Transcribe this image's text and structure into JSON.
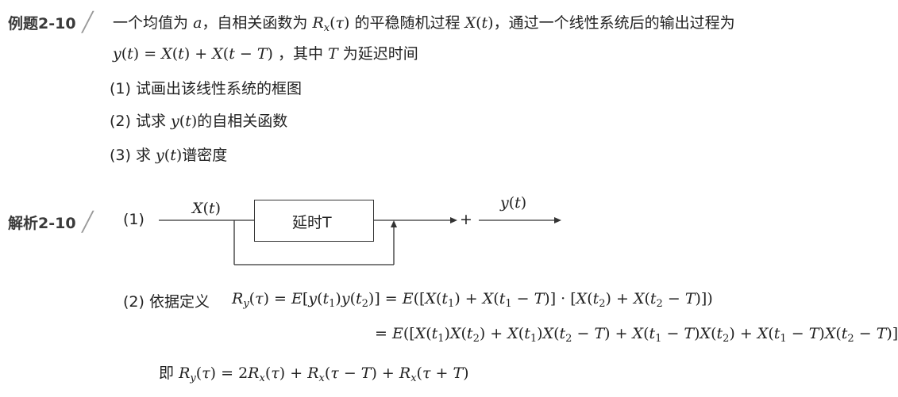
{
  "example": {
    "label": "例题2-10",
    "intro_a": "一个均值为",
    "mean_symbol": "a",
    "intro_b": "，自相关函数为",
    "autocorr_symbol": "Rx(τ)",
    "intro_c": "的平稳随机过程",
    "process_symbol": "X(t)",
    "intro_d": "，通过一个线性系统后的输出过程为",
    "output_expr": "y(t) = X(t) + X(t − T)",
    "intro_e": "，其中",
    "delay_symbol": "T",
    "intro_f": "为延迟时间",
    "q1_num": "(1)",
    "q1_text": "试画出该线性系统的框图",
    "q2_num": "(2)",
    "q2_text_a": "试求",
    "q2_sym": "y(t)",
    "q2_text_b": "的自相关函数",
    "q3_num": "(3)",
    "q3_text_a": "求",
    "q3_sym": "y(t)",
    "q3_text_b": "谱密度"
  },
  "solution": {
    "label": "解析2-10",
    "part1_num": "(1)",
    "diagram": {
      "input_label": "X(t)",
      "block_label": "延时T",
      "adder_label": "+",
      "output_label": "y(t)"
    },
    "part2_num": "(2)",
    "part2_text": "依据定义",
    "eq_line1_lhs": "Ry(τ) = E[y(t1)y(t2)] = E([X(t1) + X(t1 − T)] · [X(t2) + X(t2 − T)])",
    "eq_line2": "= E([X(t1)X(t2) + X(t1)X(t2 − T) + X(t1 − T)X(t2) + X(t1 − T)X(t2 − T)]",
    "result_prefix": "即",
    "result_eq": "Ry(τ) = 2Rx(τ) + Rx(τ − T) + Rx(τ + T)"
  }
}
